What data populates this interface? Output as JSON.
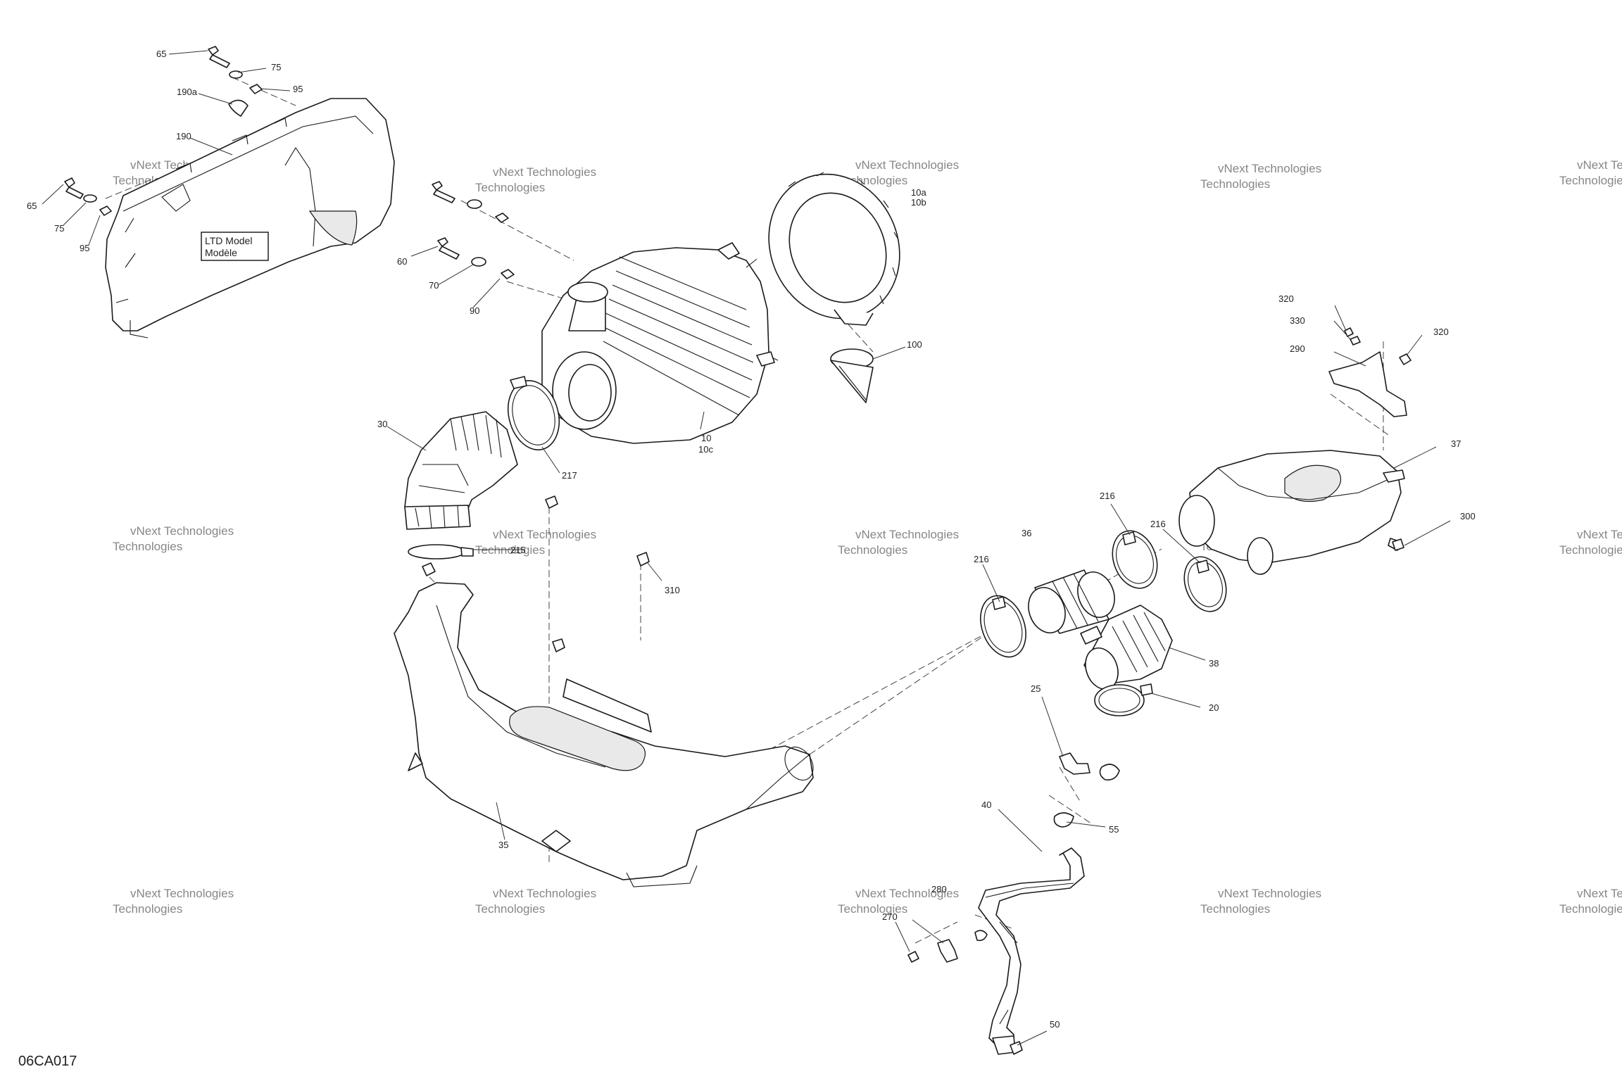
{
  "diagram": {
    "reference_code": "06CA017",
    "ltd_note": {
      "line1": "LTD Model",
      "line2": "Modèle"
    },
    "watermark": {
      "line1": "vNext Technologies",
      "line2": "Technologies"
    },
    "callouts": [
      {
        "id": "c65a",
        "label": "65"
      },
      {
        "id": "c75a",
        "label": "75"
      },
      {
        "id": "c95a",
        "label": "95"
      },
      {
        "id": "c190a",
        "label": "190a"
      },
      {
        "id": "c190",
        "label": "190"
      },
      {
        "id": "c65b",
        "label": "65"
      },
      {
        "id": "c75b",
        "label": "75"
      },
      {
        "id": "c95b",
        "label": "95"
      },
      {
        "id": "c60",
        "label": "60"
      },
      {
        "id": "c70",
        "label": "70"
      },
      {
        "id": "c90",
        "label": "90"
      },
      {
        "id": "c10a",
        "label": "10a"
      },
      {
        "id": "c10b",
        "label": "10b"
      },
      {
        "id": "c100",
        "label": "100"
      },
      {
        "id": "c10",
        "label": "10"
      },
      {
        "id": "c10c",
        "label": "10c"
      },
      {
        "id": "c217",
        "label": "217"
      },
      {
        "id": "c30",
        "label": "30"
      },
      {
        "id": "c215",
        "label": "215"
      },
      {
        "id": "c310",
        "label": "310"
      },
      {
        "id": "c35",
        "label": "35"
      },
      {
        "id": "c320a",
        "label": "320"
      },
      {
        "id": "c330",
        "label": "330"
      },
      {
        "id": "c320b",
        "label": "320"
      },
      {
        "id": "c290",
        "label": "290"
      },
      {
        "id": "c37",
        "label": "37"
      },
      {
        "id": "c300",
        "label": "300"
      },
      {
        "id": "c216a",
        "label": "216"
      },
      {
        "id": "c216b",
        "label": "216"
      },
      {
        "id": "c36",
        "label": "36"
      },
      {
        "id": "c216c",
        "label": "216"
      },
      {
        "id": "c38",
        "label": "38"
      },
      {
        "id": "c20",
        "label": "20"
      },
      {
        "id": "c25",
        "label": "25"
      },
      {
        "id": "c55",
        "label": "55"
      },
      {
        "id": "c40",
        "label": "40"
      },
      {
        "id": "c280",
        "label": "280"
      },
      {
        "id": "c270",
        "label": "270"
      },
      {
        "id": "c50",
        "label": "50"
      }
    ]
  }
}
